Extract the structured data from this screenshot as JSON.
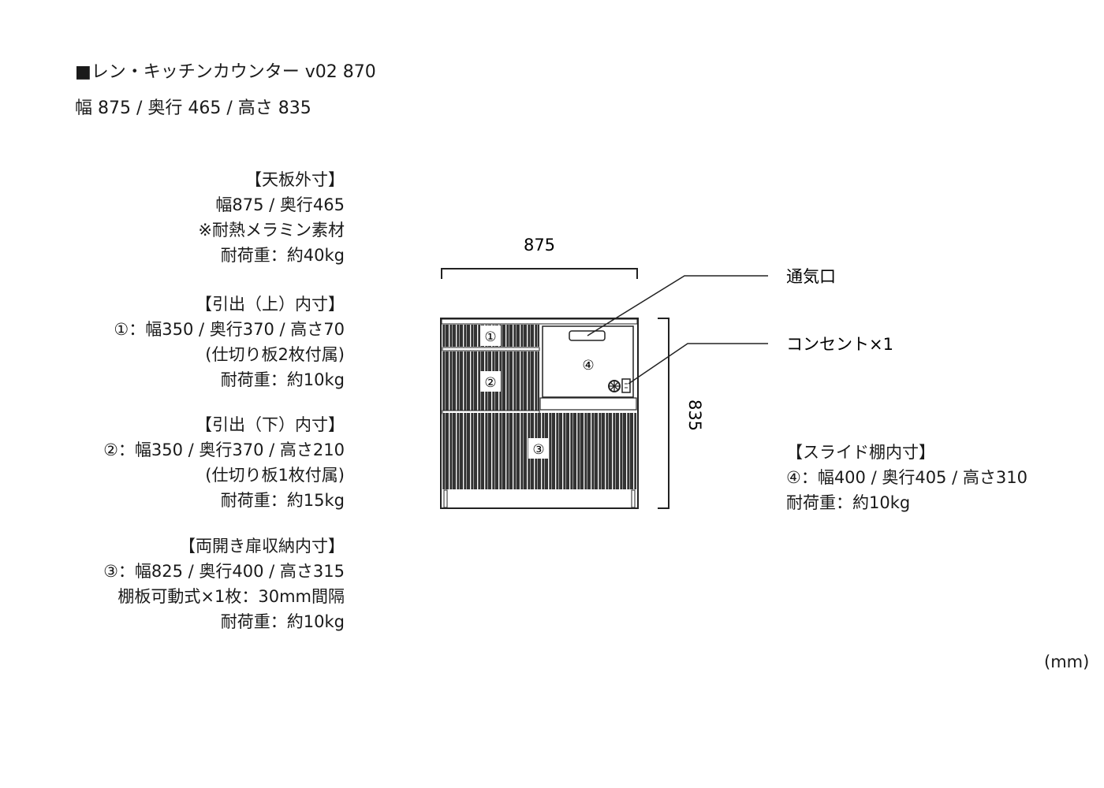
{
  "header": {
    "title": "■レン・キッチンカウンター v02 870",
    "size": "幅 875 / 奥行 465 / 高さ 835"
  },
  "specs": [
    {
      "heading": "【天板外寸】",
      "lines": [
        "幅875 / 奥行465",
        "※耐熱メラミン素材",
        "耐荷重：約40kg"
      ]
    },
    {
      "heading": "【引出（上）内寸】",
      "lines": [
        "①：幅350 / 奥行370 / 高さ70",
        "(仕切り板2枚付属)",
        "耐荷重：約10kg"
      ]
    },
    {
      "heading": "【引出（下）内寸】",
      "lines": [
        "②：幅350 / 奥行370 / 高さ210",
        "(仕切り板1枚付属)",
        "耐荷重：約15kg"
      ]
    },
    {
      "heading": "【両開き扉収納内寸】",
      "lines": [
        "③：幅825 / 奥行400 / 高さ315",
        "棚板可動式×1枚：30mm間隔",
        "耐荷重：約10kg"
      ]
    }
  ],
  "drawing": {
    "width_dim": "875",
    "height_dim": "835",
    "markers": [
      "①",
      "②",
      "③",
      "④"
    ],
    "callout_vent": "通気口",
    "callout_outlet": "コンセント×1"
  },
  "slide": {
    "heading": "【スライド棚内寸】",
    "lines": [
      "④：幅400 / 奥行405 / 高さ310",
      "耐荷重：約10kg"
    ]
  },
  "unit": "(mm)"
}
